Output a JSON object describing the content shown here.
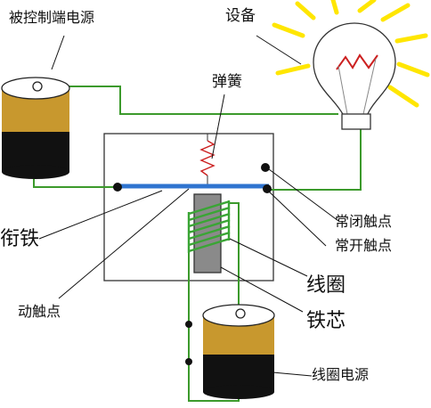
{
  "labels": {
    "controlled_power": "被控制端电源",
    "device": "设备",
    "spring": "弹簧",
    "armature": "衔铁",
    "nc_contact": "常闭触点",
    "no_contact": "常开触点",
    "coil": "线圈",
    "moving_contact": "动触点",
    "core": "铁芯",
    "coil_power": "线圈电源"
  },
  "colors": {
    "wire": "#3c9a2c",
    "armature": "#2f74d0",
    "battery_gold": "#c8982e",
    "battery_black": "#111111",
    "core": "#8a8a8a",
    "coil": "#3aa535",
    "spring": "#cc2020",
    "bulb_rays": "#ffe600"
  }
}
